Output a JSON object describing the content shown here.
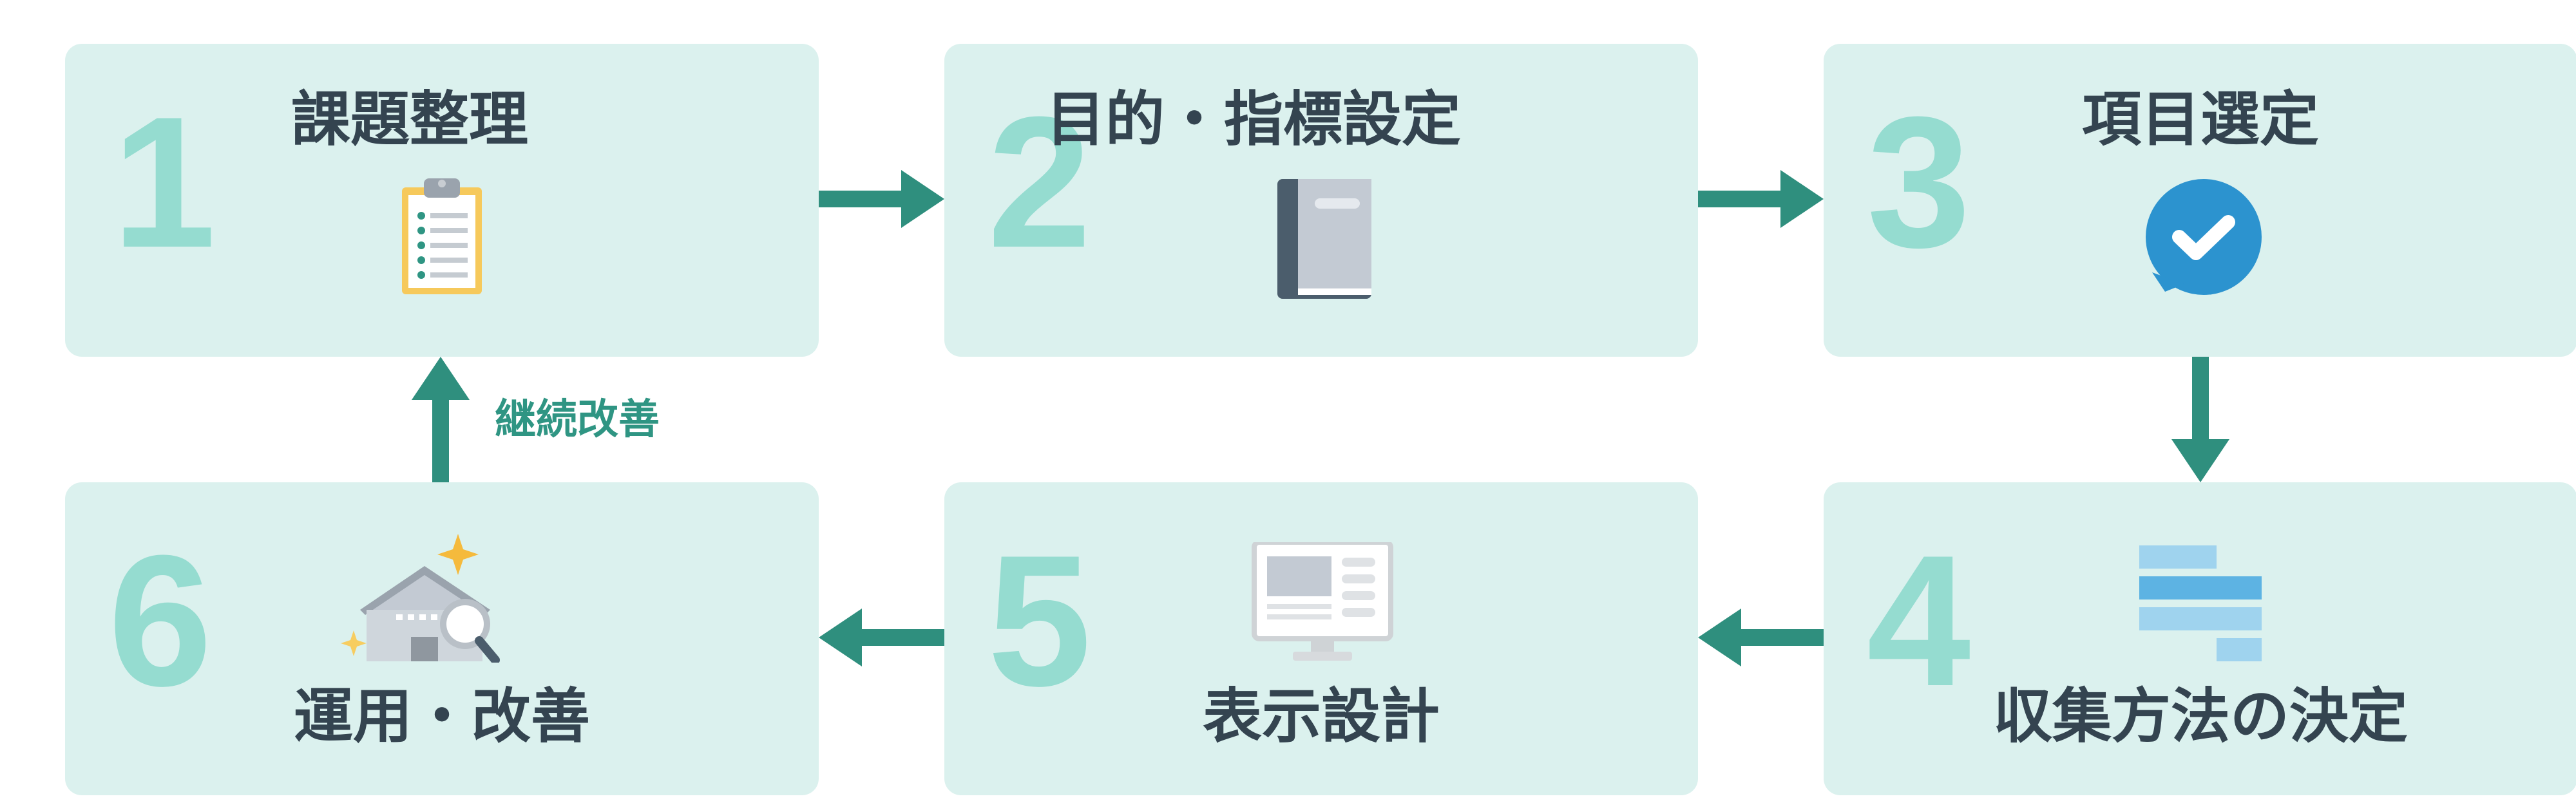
{
  "colors": {
    "card_bg": "#dbf1ee",
    "step_number": "#95dcd0",
    "title_text": "#344450",
    "arrow": "#2f8f7e",
    "loop_label": "#2f9583"
  },
  "steps": [
    {
      "number": "1",
      "title": "課題整理",
      "icon": "clipboard-checklist-icon"
    },
    {
      "number": "2",
      "title": "目的・指標設定",
      "icon": "book-icon"
    },
    {
      "number": "3",
      "title": "項目選定",
      "icon": "check-bubble-icon"
    },
    {
      "number": "4",
      "title": "収集方法の決定",
      "icon": "stacked-bars-icon"
    },
    {
      "number": "5",
      "title": "表示設計",
      "icon": "monitor-icon"
    },
    {
      "number": "6",
      "title": "運用・改善",
      "icon": "house-magnifier-icon"
    }
  ],
  "loop_label": "継続改善"
}
